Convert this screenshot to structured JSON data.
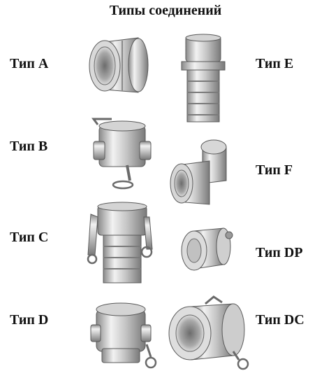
{
  "title": "Типы соединений",
  "types": [
    {
      "label": "Тип  A"
    },
    {
      "label": "Тип  B"
    },
    {
      "label": "Тип  C"
    },
    {
      "label": "Тип  D"
    },
    {
      "label": "Тип  E"
    },
    {
      "label": "Тип  F"
    },
    {
      "label": "Тип  DP"
    },
    {
      "label": "Тип  DC"
    }
  ],
  "colors": {
    "metal_light": "#e6e6e6",
    "metal_mid": "#b9b9b9",
    "metal_dark": "#7d7d7d",
    "outline": "#5a5a5a"
  },
  "icons": {
    "type_a": "adapter-female-thread-icon",
    "type_b": "coupler-male-thread-icon",
    "type_c": "coupler-hose-shank-icon",
    "type_d": "coupler-female-thread-icon",
    "type_e": "adapter-hose-shank-icon",
    "type_f": "adapter-male-thread-icon",
    "type_dp": "dust-plug-icon",
    "type_dc": "dust-cap-icon"
  }
}
